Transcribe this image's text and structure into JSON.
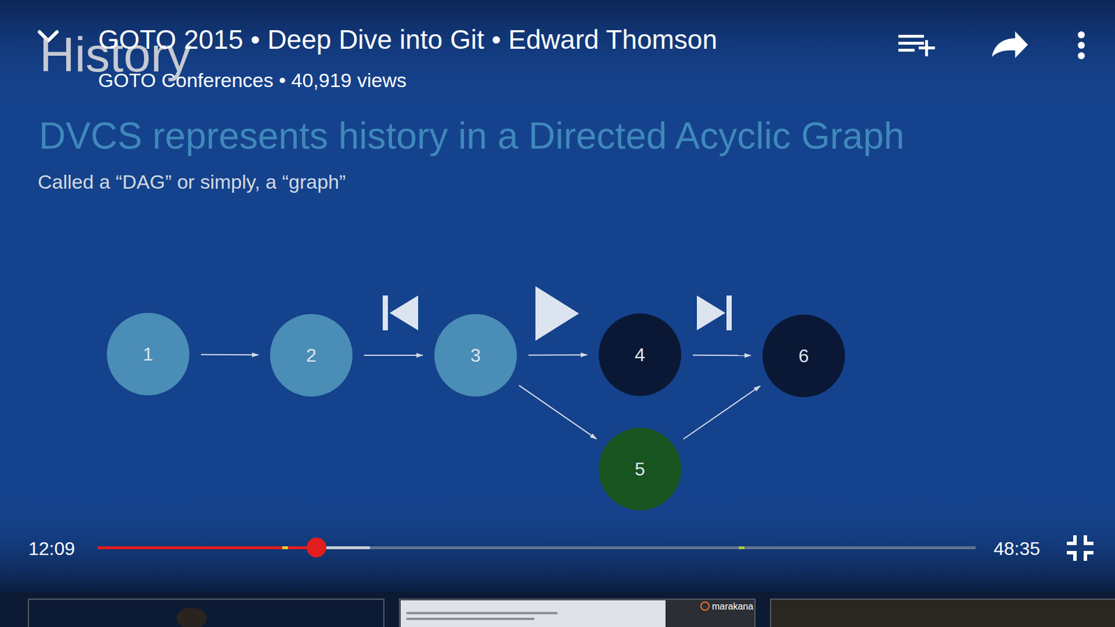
{
  "diagram": {
    "title": "History",
    "nodes": [
      {
        "text": [
          "1"
        ]
      },
      {
        "text": [
          "2"
        ]
      },
      {
        "text": [
          "3"
        ]
      },
      {
        "text": [
          "4"
        ]
      },
      {
        "text": [
          "6"
        ]
      },
      {
        "text": [
          "5"
        ]
      }
    ],
    "edges": [
      {
        "from": 0,
        "to": 1,
        "arrow": "to"
      },
      {
        "from": 1,
        "to": 2,
        "arrow": "to"
      },
      {
        "from": 2,
        "to": 3,
        "arrow": "to"
      },
      {
        "from": 3,
        "to": 4,
        "arrow": "to"
      },
      {
        "from": 2,
        "to": 5,
        "arrow": "to"
      },
      {
        "from": 5,
        "to": 4,
        "arrow": "to"
      }
    ],
    "labels": [
      "GOTO 2015 • Deep Dive into Git • Edward Thomson",
      "GOTO Conferences • 40,919 views",
      "DVCS represents history in a Directed Acyclic Graph",
      "Called a “DAG” or simply, a “graph”",
      "12:09",
      "48:35",
      "marakana"
    ]
  }
}
